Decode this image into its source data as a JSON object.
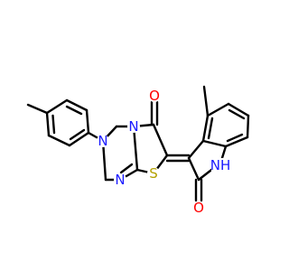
{
  "molecule": {
    "atoms": {
      "n_aryl": {
        "text": "N",
        "color": "#1a1aff"
      },
      "n_fused": {
        "text": "N",
        "color": "#1a1aff"
      },
      "n_imine": {
        "text": "N",
        "color": "#1a1aff"
      },
      "s_ring": {
        "text": "S",
        "color": "#b3a100"
      },
      "o_ketone": {
        "text": "O",
        "color": "#ff0000"
      },
      "o_lactam": {
        "text": "O",
        "color": "#ff0000"
      },
      "nh_lactam": {
        "text": "NH",
        "color": "#1a1aff"
      }
    },
    "bond_color": "#000000"
  }
}
